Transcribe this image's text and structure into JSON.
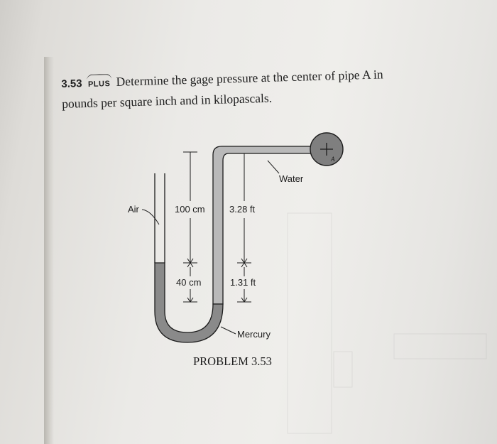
{
  "problem": {
    "number": "3.53",
    "badge": "PLUS",
    "statement_line1": "Determine the gage pressure at the center of pipe A in",
    "statement_line2": "pounds per square inch and in kilopascals."
  },
  "figure": {
    "labels": {
      "air": "Air",
      "water": "Water",
      "mercury": "Mercury",
      "pipe": "A",
      "left_upper_dim": "100 cm",
      "left_lower_dim": "40 cm",
      "right_upper_dim": "3.28 ft",
      "right_lower_dim": "1.31 ft"
    },
    "caption": "PROBLEM 3.53"
  },
  "colors": {
    "paper": "#efeeeb",
    "ink": "#1c1c1c",
    "water_fill": "#b9b9b9",
    "mercury_fill": "#8a8a8a",
    "pipe_fill": "#7f7f7f"
  }
}
